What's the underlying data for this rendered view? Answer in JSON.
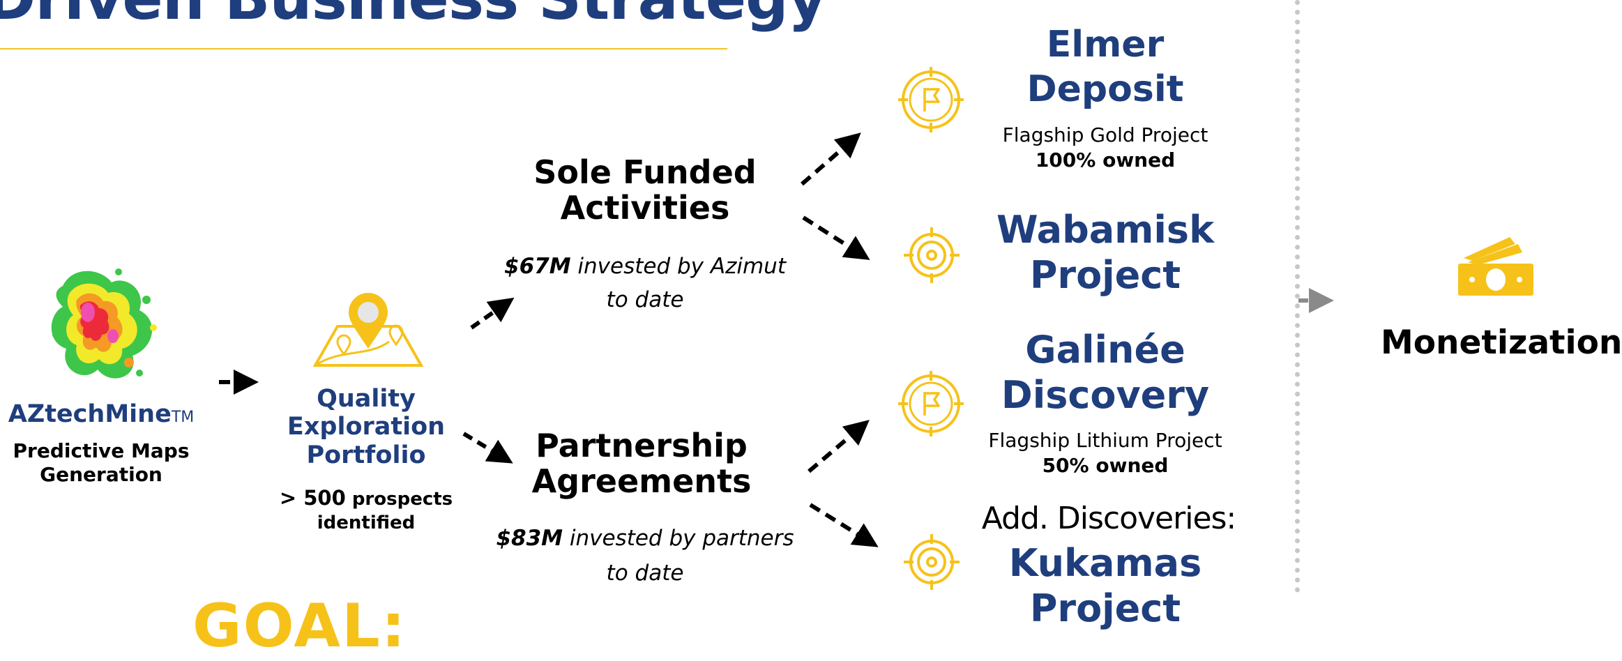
{
  "title": "Driven Business Strategy",
  "goal": "GOAL:",
  "aztech": {
    "brand": "AZtechMine",
    "tm": "TM",
    "line1": "Predictive Maps",
    "line2": "Generation"
  },
  "portfolio": {
    "title1": "Quality",
    "title2": "Exploration",
    "title3": "Portfolio",
    "prospects_prefix": "> 500",
    "prospects_suffix": " prospects",
    "prospects_line2": "identified"
  },
  "sole": {
    "title1": "Sole Funded",
    "title2": "Activities",
    "amount": "$67M",
    "text1": " invested by Azimut",
    "text2": "to date"
  },
  "partner": {
    "title1": "Partnership",
    "title2": "Agreements",
    "amount": "$83M",
    "text1": " invested by partners",
    "text2": "to date"
  },
  "projects": {
    "elmer": {
      "name1": "Elmer",
      "name2": "Deposit",
      "desc": "Flagship Gold Project",
      "own": "100% owned"
    },
    "wabamisk": {
      "name1": "Wabamisk",
      "name2": "Project"
    },
    "galinee": {
      "name1": "Galinée",
      "name2": "Discovery",
      "desc": "Flagship Lithium Project",
      "own": "50% owned"
    },
    "kukamas": {
      "prefix": "Add. Discoveries:",
      "name1": "Kukamas",
      "name2": "Project"
    }
  },
  "monetization": "Monetization",
  "colors": {
    "navy": "#1f3e7d",
    "gold": "#f6c21a",
    "divider": "#c7c7c7"
  },
  "icons": [
    "heatmap-icon",
    "map-pin-icon",
    "target-flag-icon",
    "target-icon",
    "money-icon"
  ]
}
